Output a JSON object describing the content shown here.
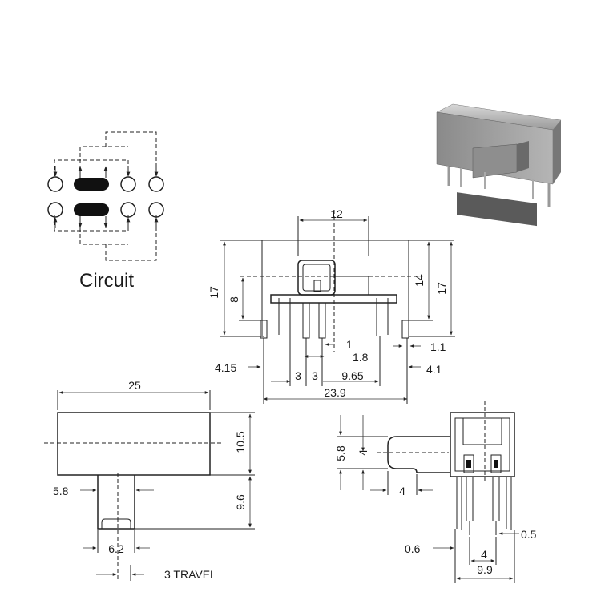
{
  "circuit": {
    "label": "Circuit"
  },
  "front_view": {
    "dims": {
      "width_top": "12",
      "height_left": "17",
      "height_mid": "8",
      "height_right_inner": "14",
      "height_right_outer": "17",
      "pin_w": "1",
      "pin_gap": "1.8",
      "right_pin": "1.1",
      "left_offset": "4.15",
      "pitch_a": "3",
      "pitch_b": "3",
      "span": "9.65",
      "right_offset": "4.1",
      "total_width": "23.9"
    }
  },
  "top_view": {
    "dims": {
      "length": "25",
      "body_height": "10.5",
      "actuator_offset": "5.8",
      "actuator_length": "9.6",
      "actuator_width": "6.2",
      "travel": "3 TRAVEL"
    }
  },
  "side_view": {
    "dims": {
      "act_height": "5.8",
      "act_mid": "4",
      "act_len": "4",
      "pin_a": "0.6",
      "pin_b": "0.5",
      "pitch": "4",
      "width": "9.9"
    }
  }
}
